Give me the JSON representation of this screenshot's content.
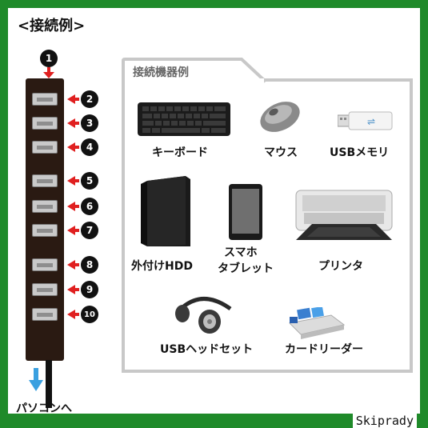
{
  "title": "<接続例>",
  "hub": {
    "top_port_number": "1",
    "ports": [
      "2",
      "3",
      "4",
      "5",
      "6",
      "7",
      "8",
      "9",
      "10"
    ]
  },
  "to_pc_label": "パソコンへ",
  "panel": {
    "title": "接続機器例",
    "devices": {
      "keyboard": "キーボード",
      "mouse": "マウス",
      "usb_memory": "USBメモリ",
      "external_hdd": "外付けHDD",
      "smartphone_line1": "スマホ",
      "smartphone_line2": "タブレット",
      "printer": "プリンタ",
      "headset": "USBヘッドセット",
      "card_reader": "カードリーダー"
    }
  },
  "watermark": "Skiprady",
  "colors": {
    "border_green": "#1f8a2a",
    "arrow_red": "#e02020",
    "arrow_blue": "#3aa0e0",
    "hub_body": "#2a1a12",
    "panel_gray": "#c8c8c8"
  }
}
